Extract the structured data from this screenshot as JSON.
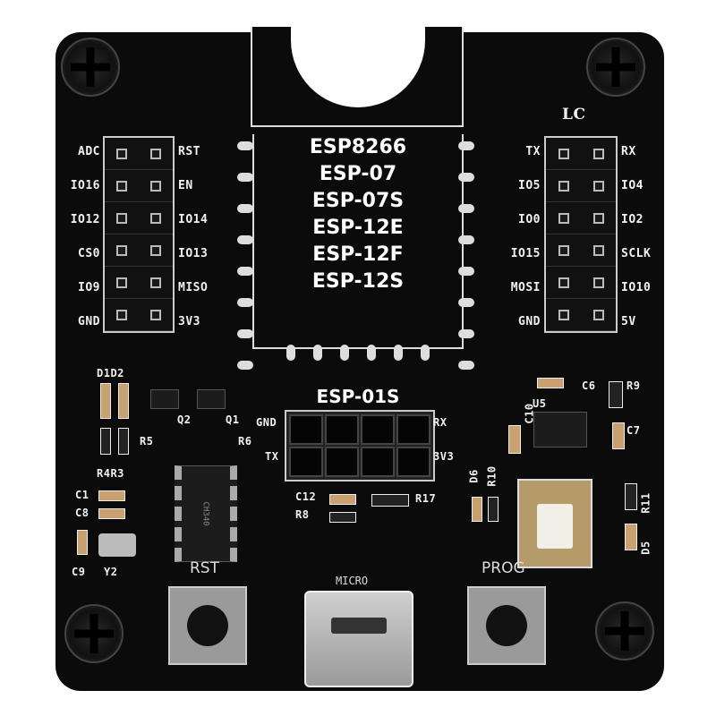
{
  "brand": "LC",
  "module_labels": [
    "ESP8266",
    "ESP-07",
    "ESP-07S",
    "ESP-12E",
    "ESP-12F",
    "ESP-12S"
  ],
  "left_header": {
    "outer": [
      "ADC",
      "IO16",
      "IO12",
      "CS0",
      "IO9",
      "GND"
    ],
    "inner": [
      "RST",
      "EN",
      "IO14",
      "IO13",
      "MISO",
      "3V3"
    ]
  },
  "right_header": {
    "inner": [
      "TX",
      "IO5",
      "IO0",
      "IO15",
      "MOSI",
      "GND"
    ],
    "outer": [
      "RX",
      "IO4",
      "IO2",
      "SCLK",
      "IO10",
      "5V"
    ]
  },
  "esp01s": {
    "title": "ESP-01S",
    "gnd": "GND",
    "rx": "RX",
    "tx": "TX",
    "v33": "3V3"
  },
  "components": {
    "d1d2": "D1D2",
    "q2": "Q2",
    "q1": "Q1",
    "r5": "R5",
    "r6": "R6",
    "r4r3": "R4R3",
    "c1": "C1",
    "c8": "C8",
    "c9": "C9",
    "y2": "Y2",
    "c12": "C12",
    "r8": "R8",
    "r17": "R17",
    "d6": "D6",
    "r10": "R10",
    "c10": "C10",
    "u5": "U5",
    "c6": "C6",
    "r9": "R9",
    "c7": "C7",
    "r11": "R11",
    "d5": "D5",
    "ch340": "CH340"
  },
  "buttons": {
    "rst": "RST",
    "prog": "PROG"
  },
  "usb": "MICRO"
}
